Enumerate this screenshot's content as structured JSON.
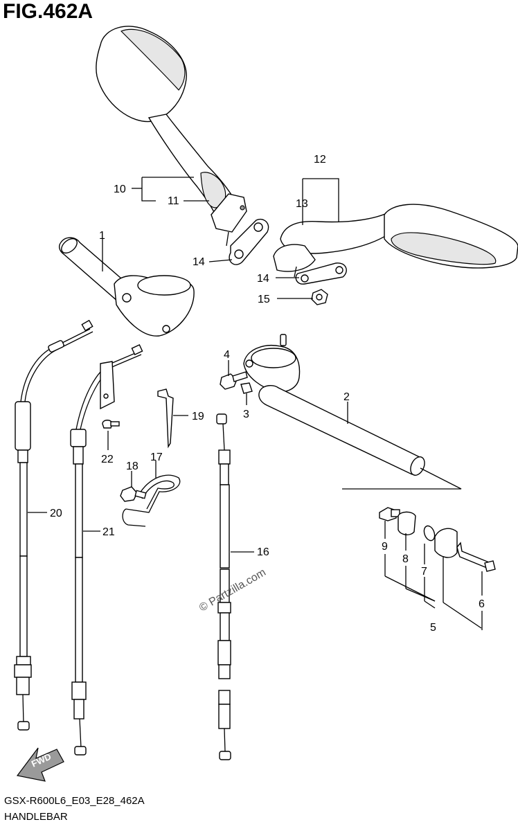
{
  "figure": {
    "title": "FIG.462A",
    "model_code": "GSX-R600L6_E03_E28_462A",
    "section_name": "HANDLEBAR",
    "watermark": "© Partzilla.com",
    "fwd_label": "FWD"
  },
  "callouts": {
    "c1": "1",
    "c2": "2",
    "c3": "3",
    "c4": "4",
    "c5": "5",
    "c6": "6",
    "c7": "7",
    "c8": "8",
    "c9": "9",
    "c10": "10",
    "c11": "11",
    "c12": "12",
    "c13": "13",
    "c14a": "14",
    "c14b": "14",
    "c15": "15",
    "c16": "16",
    "c17": "17",
    "c18": "18",
    "c19": "19",
    "c20": "20",
    "c21": "21",
    "c22": "22"
  }
}
